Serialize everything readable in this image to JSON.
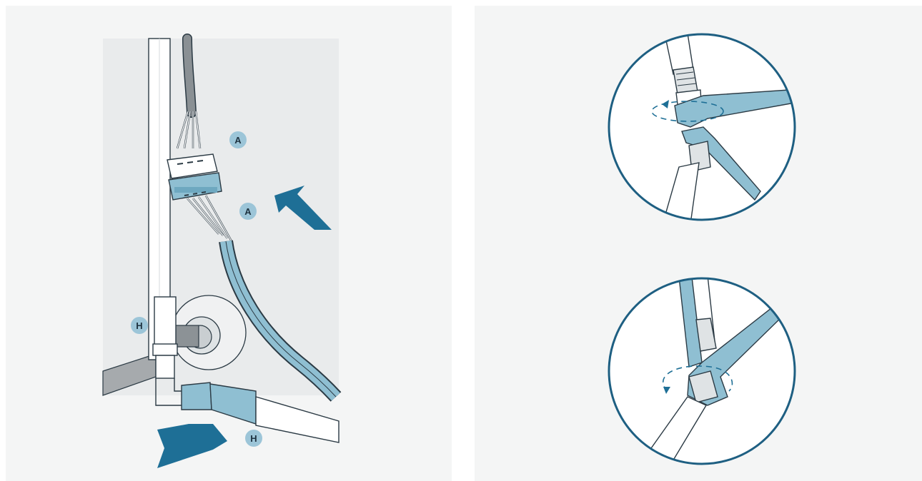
{
  "left_panel": {
    "labels": {
      "connector_a_top": "A",
      "connector_a_bottom": "A",
      "hose_h_left": "H",
      "hose_h_bottom": "H"
    }
  },
  "colors": {
    "panel_bg": "#f4f5f5",
    "accent_blue": "#1e6f96",
    "light_blue": "#8fbfd2",
    "dark_circle": "#1e5f82",
    "outline": "#2b3a44",
    "label_circle": "#9cc5d8"
  }
}
